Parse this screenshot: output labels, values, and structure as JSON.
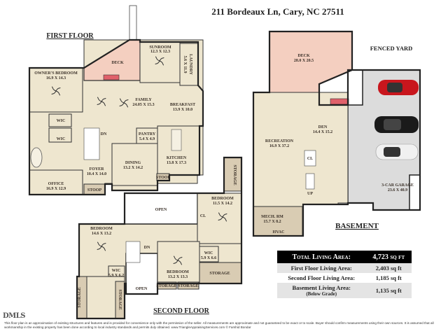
{
  "title": "211 Bordeaux Ln, Cary, NC 27511",
  "first_floor": {
    "heading": "FIRST FLOOR",
    "rooms": {
      "owners_bedroom": {
        "name": "OWNER'S BEDROOM",
        "dims": "16.9 X 14.3"
      },
      "deck": {
        "name": "DECK"
      },
      "sunroom": {
        "name": "SUNROOM",
        "dims": "12.3 X 12.3"
      },
      "laundry": {
        "name": "LAUNDRY",
        "dims": "5.6 X 11.9"
      },
      "family": {
        "name": "FAMILY",
        "dims": "24.05 X 15.3"
      },
      "breakfast": {
        "name": "BREAKFAST",
        "dims": "13.9 X 10.0"
      },
      "wic1": {
        "name": "WIC"
      },
      "wic2": {
        "name": "WIC"
      },
      "pantry": {
        "name": "PANTRY",
        "dims": "5.4 X 4.9"
      },
      "dn": {
        "name": "DN"
      },
      "dining": {
        "name": "DINING",
        "dims": "13.2 X 14.2"
      },
      "kitchen": {
        "name": "KITCHEN",
        "dims": "13.8 X 17.3"
      },
      "foyer": {
        "name": "FOYER",
        "dims": "10.4 X 14.0"
      },
      "office": {
        "name": "OFFICE",
        "dims": "16.9 X 12.9"
      },
      "stoop_front": {
        "name": "STOOP"
      },
      "stoop_kitchen": {
        "name": "STOOP"
      }
    }
  },
  "second_floor": {
    "heading": "SECOND FLOOR",
    "rooms": {
      "open_top": {
        "name": "OPEN"
      },
      "bedroom_a": {
        "name": "BEDROOM",
        "dims": "11.5 X 14.2"
      },
      "storage_a": {
        "name": "STORAGE"
      },
      "cl": {
        "name": "CL"
      },
      "bedroom_b": {
        "name": "BEDROOM",
        "dims": "14.6 X 13.2"
      },
      "dn": {
        "name": "DN"
      },
      "bedroom_c": {
        "name": "BEDROOM",
        "dims": "13.2 X 13.3"
      },
      "wic_c": {
        "name": "WIC",
        "dims": "5.9 X 6.6"
      },
      "storage_c": {
        "name": "STORAGE"
      },
      "wic_b": {
        "name": "WIC",
        "dims": "5.9 X 6.2"
      },
      "open_bottom": {
        "name": "OPEN"
      },
      "storage_small1": {
        "name": "STORAGE"
      },
      "storage_small2": {
        "name": "STORAGE"
      },
      "storage_left": {
        "name": "STORAGE"
      },
      "storage_right": {
        "name": "STORAGE"
      }
    }
  },
  "basement": {
    "heading": "BASEMENT",
    "fenced_yard": "FENCED YARD",
    "rooms": {
      "deck": {
        "name": "DECK",
        "dims": "28.0 X 20.5"
      },
      "den": {
        "name": "DEN",
        "dims": "14.4 X 15.2"
      },
      "recreation": {
        "name": "RECREATION",
        "dims": "16.9 X 37.2"
      },
      "cl": {
        "name": "CL"
      },
      "up": {
        "name": "UP"
      },
      "garage": {
        "name": "3-CAR GARAGE",
        "dims": "23.6 X 40.9"
      },
      "mech": {
        "name": "MECH. RM",
        "dims": "15.7 X 8.2"
      },
      "hvac": {
        "name": "HVAC"
      }
    },
    "car_colors": [
      "#c8161d",
      "#1a1a1a",
      "#e8e8e8"
    ]
  },
  "area_table": {
    "total": {
      "label": "Total Living Area:",
      "value": "4,723 sq ft"
    },
    "rows": [
      {
        "label": "First Floor Living Area:",
        "value": "2,403 sq ft"
      },
      {
        "label": "Second Floor Living Area:",
        "value": "1,185 sq ft"
      },
      {
        "label": "Basement Living Area:",
        "sub": "(Below Grade)",
        "value": "1,135 sq ft"
      }
    ]
  },
  "colors": {
    "room": "#eee6cf",
    "deck": "#f4cfc0",
    "storage": "#d9ccb3",
    "garage": "#dcdcdc",
    "fireplace": "#e0606a"
  },
  "logo": "DMLS",
  "disclaimer": "This floor plan is an approximation of existing structures and features and is provided for convenience only with the permission of the seller.  All measurements are approximate and not guaranteed to be exact or to scale.  Buyer should confirm measurements using their own sources.  It is assumed that all workmanship in the existing property has been done according to local industry standards and permits duly obtained.     www.TriangleAppraisingServices.com    © Farshid Bondar"
}
